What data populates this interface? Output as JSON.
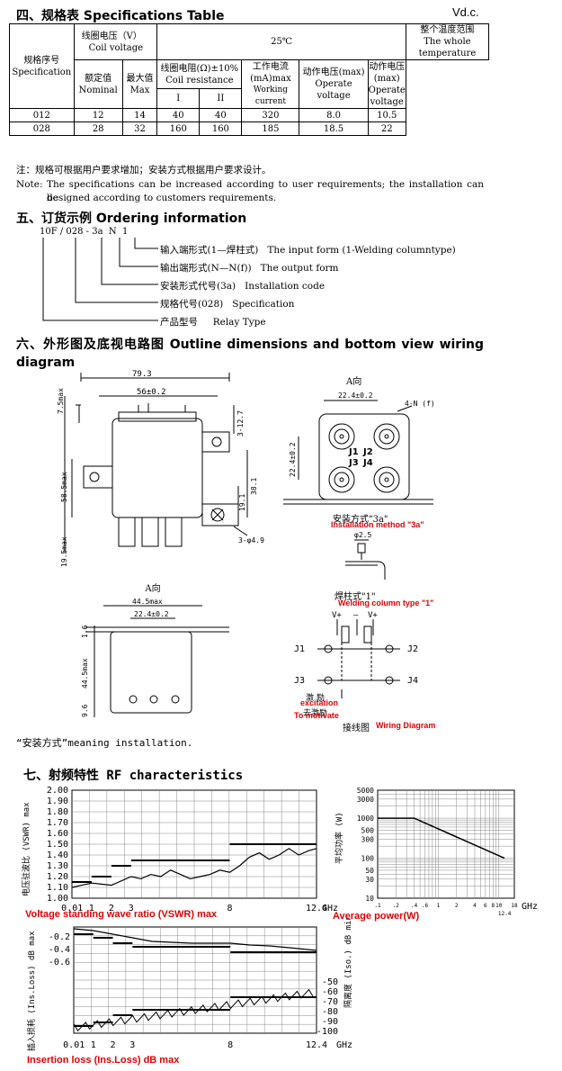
{
  "sections": {
    "spec": "四、规格表 Specifications Table",
    "order": "五、订货示例 Ordering information",
    "outline": "六、外形图及底视电路图 Outline dimensions and bottom view wiring diagram",
    "rf": "七、射频特性 RF characteristics"
  },
  "vdc": "Vd.c.",
  "table": {
    "spec_cn": "规格序号",
    "spec_en": "Specification",
    "coil_cn": "线圈电压（V）",
    "coil_en": "Coil voltage",
    "temp": "25℃",
    "whole_cn": "整个温度范围",
    "whole_en1": "The whole",
    "whole_en2": "temperature",
    "nominal_cn": "额定值",
    "nominal_en": "Nominal",
    "max_cn": "最大值",
    "max_en": "Max",
    "res_cn": "线圈电阻(Ω)±10%",
    "res_en": "Coil resistance",
    "res_i": "I",
    "res_ii": "II",
    "cur_cn": "工作电流",
    "cur_unit": "(mA)max",
    "cur_en": "Working current",
    "op_cn": "动作电压(max)",
    "op_en": "Operate voltage",
    "op2_cn": "动作电压(max)",
    "op2_en": "Operate voltage",
    "rows": [
      [
        "012",
        "12",
        "14",
        "40",
        "40",
        "320",
        "8.0",
        "10.5"
      ],
      [
        "028",
        "28",
        "32",
        "160",
        "160",
        "185",
        "18.5",
        "22"
      ]
    ]
  },
  "notes": {
    "cn": "注：规格可根据用户要求增加；安装方式根据用户要求设计。",
    "en_label": "Note:",
    "en1": "The specifications can be increased according to user requirements; the installation can be",
    "en2": "designed according to customers requirements."
  },
  "ordering": {
    "code": "10F / 028 - 3a  N  1",
    "lines": [
      {
        "cn": "输入端形式(1—焊柱式)",
        "en": "The input form (1-Welding columntype)"
      },
      {
        "cn": "输出端形式(N—N(f))",
        "en": "The output form"
      },
      {
        "cn": "安装形式代号(3a)",
        "en": "Installation code"
      },
      {
        "cn": "规格代号(028)",
        "en": "Specification"
      },
      {
        "cn": "产品型号",
        "en": "Relay Type"
      }
    ]
  },
  "drawing": {
    "dims": [
      "79.3",
      "56±0.2",
      "7.5max",
      "3-12.7",
      "58.5max",
      "38.1",
      "19.1",
      "3-φ4.9",
      "19.5max",
      "44.5max",
      "22.4±0.2",
      "1.6",
      "44.5max",
      "9.6",
      "22.4±0.2",
      "22.4±0.2",
      "4-N (f)"
    ],
    "view_a": "A向",
    "view_a2": "A向",
    "ports": [
      "J1",
      "J2",
      "J3",
      "J4"
    ],
    "install_cn": "安装方式\"3a\"",
    "install_en": "Installation method \"3a\"",
    "phi": "φ2.5",
    "weld_cn": "焊柱式\"1\"",
    "weld_en": "Welding column type \"1\"",
    "wiring_cn": "接线图",
    "wiring_en": "Wiring Diagram",
    "vplus": "V+",
    "vminus": "—",
    "excite_cn": "激 励",
    "excite_en": "excitation",
    "demot_cn": "去激励",
    "demot_en": "To motivate",
    "meaning": "“安装方式”meaning installation."
  },
  "charts": {
    "vswr": {
      "ylabel": "电压驻波比 (VSWR) max",
      "yticks": [
        "2.00",
        "1.90",
        "1.80",
        "1.70",
        "1.60",
        "1.50",
        "1.40",
        "1.30",
        "1.20",
        "1.10",
        "1.00"
      ],
      "xticks": [
        "0.01",
        "1",
        "2",
        "3",
        "8",
        "12.4"
      ],
      "xunit": "GHz",
      "title": "Voltage standing wave ratio (VSWR) max",
      "limit": [
        [
          0.01,
          1.15
        ],
        [
          1,
          1.2
        ],
        [
          2,
          1.3
        ],
        [
          3,
          1.35
        ],
        [
          8,
          1.5
        ]
      ],
      "curve": [
        [
          0.01,
          1.1
        ],
        [
          0.5,
          1.12
        ],
        [
          1,
          1.14
        ],
        [
          1.5,
          1.13
        ],
        [
          2,
          1.12
        ],
        [
          2.5,
          1.16
        ],
        [
          3,
          1.2
        ],
        [
          3.5,
          1.18
        ],
        [
          4,
          1.22
        ],
        [
          4.5,
          1.2
        ],
        [
          5,
          1.26
        ],
        [
          5.5,
          1.22
        ],
        [
          6,
          1.18
        ],
        [
          6.5,
          1.2
        ],
        [
          7,
          1.22
        ],
        [
          7.5,
          1.26
        ],
        [
          8,
          1.24
        ],
        [
          8.5,
          1.3
        ],
        [
          9,
          1.38
        ],
        [
          9.5,
          1.42
        ],
        [
          10,
          1.36
        ],
        [
          10.5,
          1.4
        ],
        [
          11,
          1.46
        ],
        [
          11.5,
          1.4
        ],
        [
          12,
          1.44
        ],
        [
          12.4,
          1.46
        ]
      ]
    },
    "power": {
      "ylabel": "平均功率 (W)",
      "yticks": [
        "5000",
        "3000",
        "1000",
        "500",
        "300",
        "100",
        "50",
        "30",
        "10"
      ],
      "xticks": [
        ".1",
        ".2",
        ".4",
        ".6",
        "1",
        "2",
        "4",
        "6",
        "8",
        "10",
        "18"
      ],
      "x124": "12.4",
      "xunit": "GHz",
      "title": "Average power(W)",
      "curve": [
        [
          0.1,
          1000
        ],
        [
          0.4,
          1000
        ],
        [
          12.4,
          100
        ]
      ]
    },
    "loss": {
      "ylabel_left": "插入损耗 (Ins.Loss) dB max",
      "ylabel_right": "隔离度 (Iso.) dB min",
      "yticks_left": [
        "-0.2",
        "-0.4",
        "-0.6"
      ],
      "yticks_right": [
        "-50",
        "-60",
        "-70",
        "-80",
        "-90",
        "-100"
      ],
      "xticks": [
        "0.01",
        "1",
        "2",
        "3",
        "8",
        "12.4"
      ],
      "xunit": "GHz",
      "title": "Insertion loss (Ins.Loss) dB max"
    }
  }
}
